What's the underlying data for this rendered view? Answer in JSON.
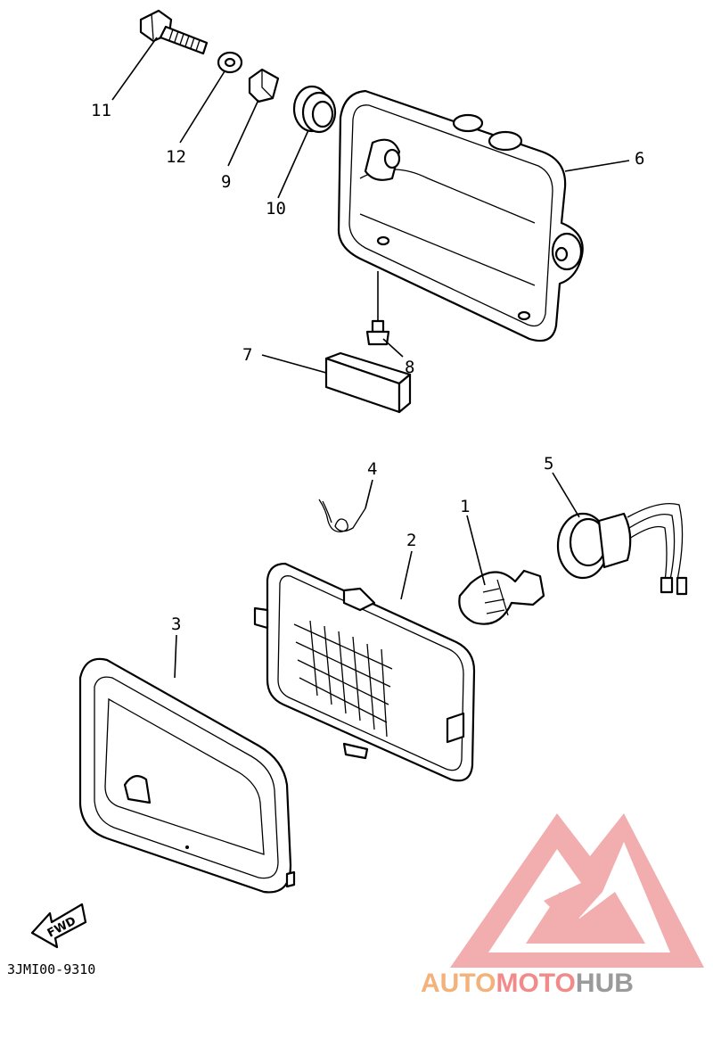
{
  "callouts": [
    {
      "id": "11",
      "text": "11"
    },
    {
      "id": "12",
      "text": "12"
    },
    {
      "id": "9",
      "text": "9"
    },
    {
      "id": "10",
      "text": "10"
    },
    {
      "id": "6",
      "text": "6"
    },
    {
      "id": "7",
      "text": "7"
    },
    {
      "id": "8",
      "text": "8"
    },
    {
      "id": "4",
      "text": "4"
    },
    {
      "id": "5",
      "text": "5"
    },
    {
      "id": "1",
      "text": "1"
    },
    {
      "id": "2",
      "text": "2"
    },
    {
      "id": "3",
      "text": "3"
    }
  ],
  "fwd_arrow": {
    "text": "FWD"
  },
  "diagram_code": "3JMI00-9310",
  "watermark": {
    "logo_color": "#f0a0a0",
    "part1": "AUTO",
    "part1_color": "#f3b27a",
    "part2": "MOTO",
    "part2_color": "#f28a8a",
    "part3": "HUB",
    "part3_color": "#9a9a9a"
  }
}
